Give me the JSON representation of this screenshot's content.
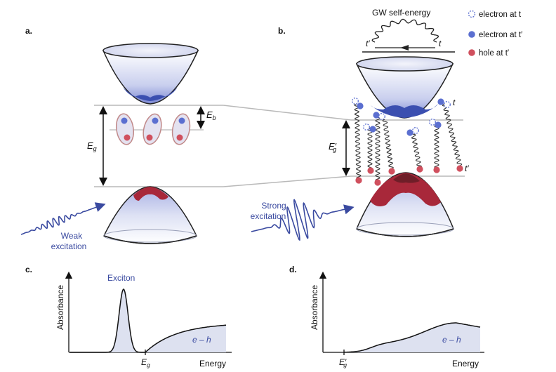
{
  "panels": {
    "a": "a.",
    "b": "b.",
    "c": "c.",
    "d": "d."
  },
  "legend": {
    "title": "GW self-energy",
    "electron_t": "electron at t",
    "electron_tp": "electron at t′",
    "hole_tp": "hole at t′"
  },
  "labels": {
    "t": "t",
    "t_prime": "t′",
    "eb": "E",
    "eb_sub": "b",
    "eg": "E",
    "eg_sub": "g",
    "egp": "E′",
    "egp_sub": "g",
    "weak_1": "Weak",
    "weak_2": "excitation",
    "strong_1": "Strong",
    "strong_2": "excitation"
  },
  "chart_c": {
    "ylabel": "Absorbance",
    "xlabel": "Energy",
    "peak_label": "Exciton",
    "continuum_label": "e – h",
    "xtick_main": "E",
    "xtick_sub": "g"
  },
  "chart_d": {
    "ylabel": "Absorbance",
    "xlabel": "Energy",
    "continuum_label": "e – h",
    "xtick_main": "E′",
    "xtick_sub": "g"
  },
  "colors": {
    "electron": "#5b6fd0",
    "hole": "#d0505e",
    "band_blue": "#3b4fb0",
    "band_red": "#a8283a",
    "text_blue": "#3a4aa0",
    "fill_spectrum": "#dde1f0"
  }
}
